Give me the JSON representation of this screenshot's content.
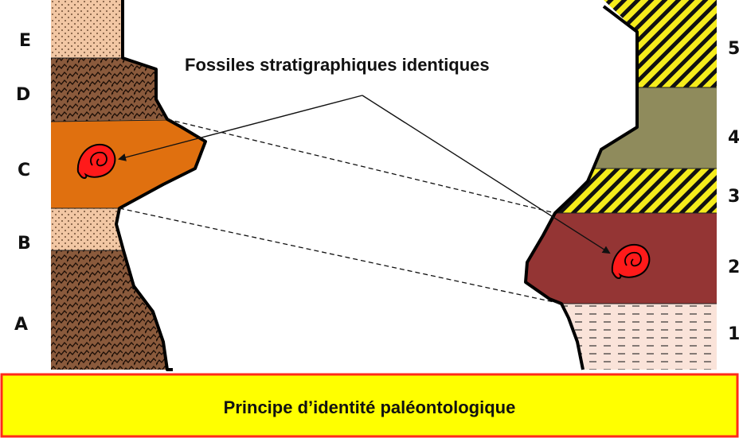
{
  "annotation": "Fossiles stratigraphiques identiques",
  "banner": "Principe d’identité paléontologique",
  "left_column": {
    "layers": [
      {
        "label": "E",
        "texture": "dotted"
      },
      {
        "label": "D",
        "texture": "brick"
      },
      {
        "label": "C",
        "texture": "plain"
      },
      {
        "label": "B",
        "texture": "dotted"
      },
      {
        "label": "A",
        "texture": "brick"
      }
    ]
  },
  "right_column": {
    "layers": [
      {
        "label": "5",
        "texture": "yellow-black-hatch"
      },
      {
        "label": "4",
        "texture": "plain"
      },
      {
        "label": "3",
        "texture": "yellow-black-hatch"
      },
      {
        "label": "2",
        "texture": "plain"
      },
      {
        "label": "1",
        "texture": "dashed"
      }
    ]
  },
  "colors": {
    "sandstone": "#f2c7a4",
    "brick_ground": "#8a5a3c",
    "fossil_layer_left": "#e0700f",
    "olive_layer": "#8f8b5c",
    "fossil_layer_right": "#943534",
    "dashed_layer": "#fae3d9",
    "hatch_yellow": "#f5ec1c",
    "fossil": "#ff1a1a",
    "banner_fill": "#ffff00",
    "banner_border": "#ff2a1a"
  },
  "icons": [
    "ammonite-fossil-icon",
    "ammonite-fossil-icon"
  ]
}
